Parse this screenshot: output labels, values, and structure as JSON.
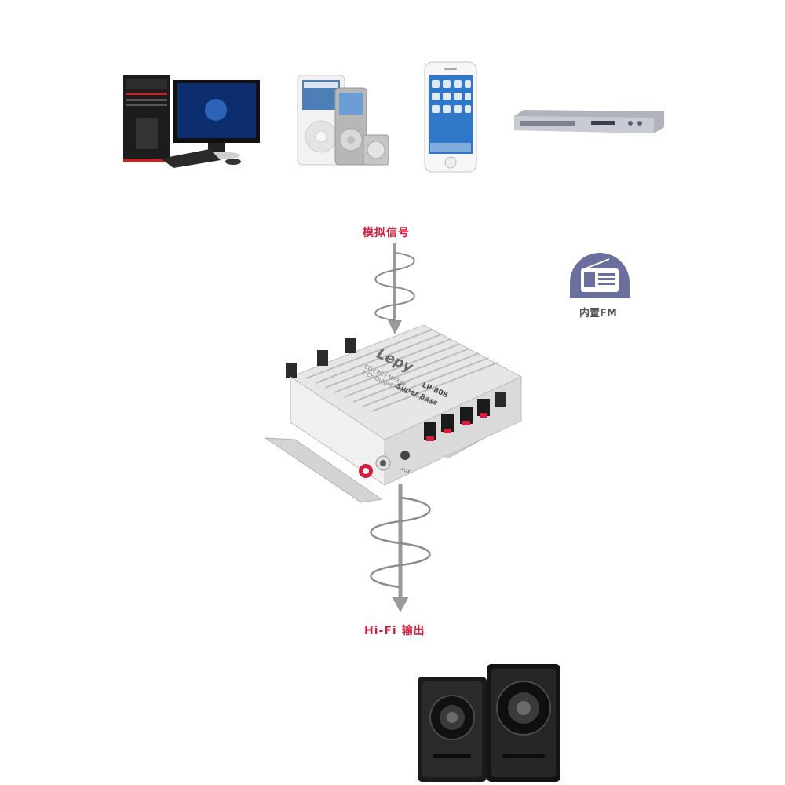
{
  "colors": {
    "signal_label": "#d81e3c",
    "arrow": "#9a9a9a",
    "fm_badge": "#6b6f9e",
    "amp_body": "#dcdcdc",
    "speaker_body": "#1a1a1a"
  },
  "labels": {
    "analog_signal": "模拟信号",
    "hifi_output": "Hi-Fi 输出",
    "builtin_fm": "内置FM"
  },
  "amplifier": {
    "brand": "Lepy",
    "model": "LP-808",
    "tagline": "Super Bass",
    "input_text": "CD / PC / MP3 IN",
    "output_text": "2 Ch Output Power Amplifier",
    "aux_label": "AUX"
  },
  "sources": [
    {
      "name": "desktop-computer"
    },
    {
      "name": "mp3-players"
    },
    {
      "name": "smartphone"
    },
    {
      "name": "dvd-player"
    }
  ],
  "icons": [
    "radio-icon",
    "down-arrow-icon",
    "signal-wave-icon",
    "speaker-icon"
  ]
}
